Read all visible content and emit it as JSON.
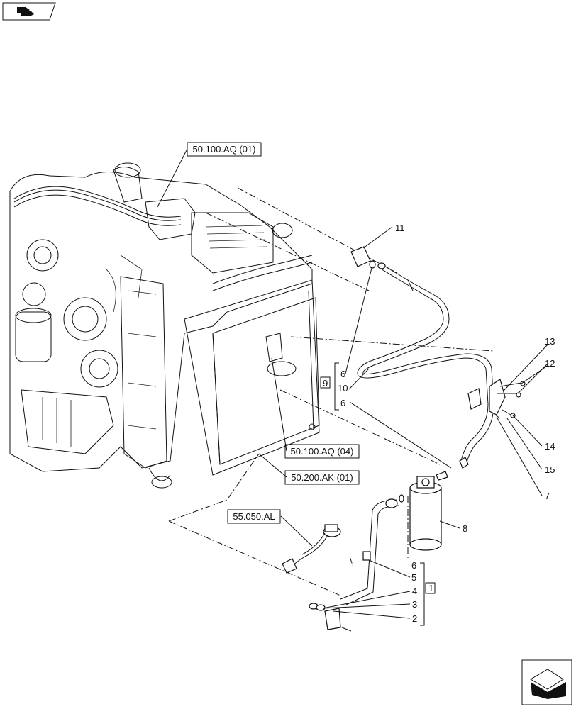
{
  "references": {
    "top_engine": "50.100.AQ (01)",
    "condenser_mid": "50.100.AQ (04)",
    "condenser_low": "50.200.AK (01)",
    "switch": "55.050.AL"
  },
  "callouts": {
    "c1": "1",
    "c2": "2",
    "c3": "3",
    "c4": "4",
    "c5": "5",
    "c6a": "6",
    "c6b": "6",
    "c6c": "6",
    "c7": "7",
    "c8": "8",
    "c9": "9",
    "c10": "10",
    "c11": "11",
    "c12": "12",
    "c13": "13",
    "c14": "14",
    "c15": "15"
  },
  "icons": {
    "top_left": "book-icon",
    "bottom_right": "next-page-arrow-icon"
  }
}
